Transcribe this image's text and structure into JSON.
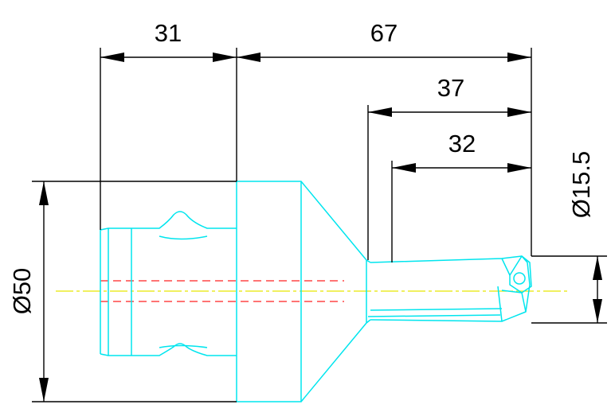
{
  "dimensions": {
    "shank_length": "31",
    "overall_length": "67",
    "length_37": "37",
    "length_32": "32",
    "tip_diameter": "Ø15.5",
    "body_diameter": "Ø50"
  },
  "colors": {
    "part_outline": "#00e5ee",
    "centerline": "#e8e800",
    "hidden_line": "#ff2020",
    "dimension": "#000000",
    "background": "#ffffff"
  }
}
